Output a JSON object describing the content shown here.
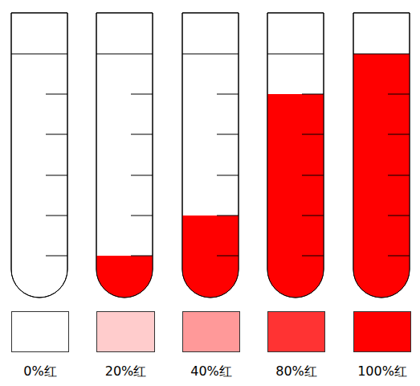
{
  "diagram": {
    "legend": [
      {
        "text": "0%红",
        "color": "#ffffff"
      },
      {
        "text": "20%红",
        "color": "#ffcccc"
      },
      {
        "text": "40%红",
        "color": "#ff9999"
      },
      {
        "text": "80%红",
        "color": "#ff3333"
      },
      {
        "text": "100%红",
        "color": "#ff0000"
      }
    ]
  }
}
